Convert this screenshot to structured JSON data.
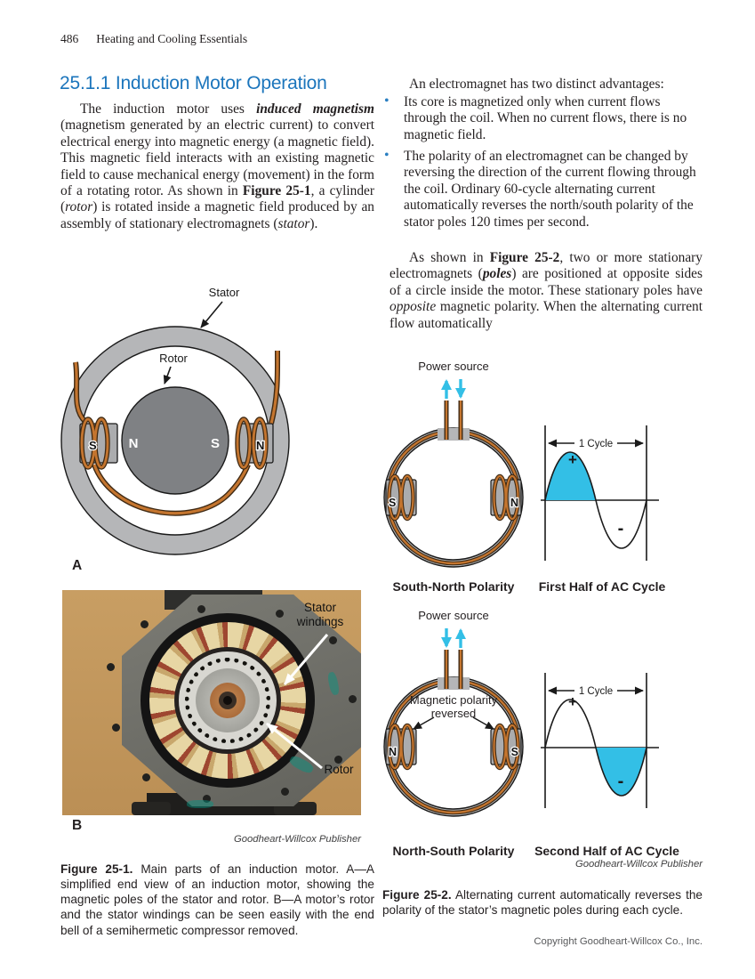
{
  "page": {
    "number": "486",
    "running_title": "Heating and Cooling Essentials",
    "copyright": "Copyright Goodheart-Willcox Co., Inc."
  },
  "glyphs": {
    "bullet": "•"
  },
  "colors": {
    "heading_blue": "#1b75bc",
    "bullet_blue": "#2a7fc1",
    "cycle_fill_cyan": "#33bfe6",
    "wire_orange": "#c4752f",
    "stator_gray": "#b5b6b8",
    "rotor_gray": "#7f8184"
  },
  "section": {
    "heading": "25.1.1 Induction Motor Operation"
  },
  "left_column": {
    "para1": [
      {
        "text": "The induction motor uses "
      },
      {
        "text": "induced magnetism"
      },
      {
        "text": " (magnetism generated by an electric current) to convert electrical energy into magnetic energy (a magnetic field). This magnetic field interacts with an existing magnetic field to cause mechanical energy (movement) in the form of a rotating rotor. As shown in "
      },
      {
        "text": "Figure 25-1"
      },
      {
        "text": ", a cylinder ("
      },
      {
        "text": "rotor"
      },
      {
        "text": ") is rotated inside a magnetic field produced by an assembly of stationary electromagnets ("
      },
      {
        "text": "stator"
      },
      {
        "text": ")."
      }
    ]
  },
  "right_column": {
    "intro": "An electromagnet has two distinct advantages:",
    "bullets": [
      "Its core is magnetized only when current flows through the coil. When no current flows, there is no magnetic field.",
      "The polarity of an electromagnet can be changed by reversing the direction of the current flowing through the coil. Ordinary 60-cycle alternating current automatically reverses the north/south polarity of the stator poles 120 times per second."
    ],
    "para2": [
      {
        "text": "As shown in "
      },
      {
        "text": "Figure 25-2"
      },
      {
        "text": ", two or more stationary electromagnets ("
      },
      {
        "text": "poles"
      },
      {
        "text": ") are positioned at opposite sides of a circle inside the motor. These stationary poles have "
      },
      {
        "text": "opposite"
      },
      {
        "text": " magnetic polarity. When the alternating current flow automatically"
      }
    ]
  },
  "figure1": {
    "diagram": {
      "stator_label": "Stator",
      "rotor_label": "Rotor",
      "left_pole": "S",
      "right_pole": "N",
      "rotor_left": "N",
      "rotor_right": "S",
      "panel_label": "A"
    },
    "photo": {
      "windings_label": "Stator windings",
      "rotor_label": "Rotor",
      "panel_label": "B"
    },
    "credit": "Goodheart-Willcox Publisher",
    "caption_lead": "Figure 25-1.",
    "caption_text": " Main parts of an induction motor. A—A simplified end view of an induction motor, showing the magnetic poles of the stator and rotor. B—A motor’s rotor and the stator windings can be seen easily with the end bell of a semihermetic compressor removed."
  },
  "figure2": {
    "row1": {
      "power_label": "Power source",
      "left_pole": "S",
      "right_pole": "N",
      "circle_caption": "South-North Polarity",
      "cycle_label": "1 Cycle",
      "plus": "+",
      "minus": "-",
      "graph_caption": "First Half of AC Cycle"
    },
    "row2": {
      "power_label": "Power source",
      "annotation": "Magnetic polarity reversed",
      "left_pole": "N",
      "right_pole": "S",
      "circle_caption": "North-South Polarity",
      "cycle_label": "1 Cycle",
      "plus": "+",
      "minus": "-",
      "graph_caption": "Second Half of AC Cycle"
    },
    "credit": "Goodheart-Willcox Publisher",
    "caption_lead": "Figure 25-2.",
    "caption_text": " Alternating current automatically reverses the polarity of the stator’s magnetic poles during each cycle."
  }
}
